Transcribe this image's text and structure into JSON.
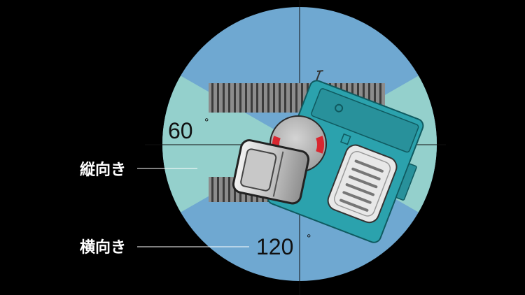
{
  "labels": {
    "portrait": "縦向き",
    "landscape": "横向き",
    "angle_small": "60",
    "angle_large": "120",
    "degree_mark": "°"
  },
  "colors": {
    "background": "#000000",
    "outer_zone": "#6fa8d1",
    "inner_zone": "#94d0cc",
    "track": "#8c8c8c",
    "body_teal": "#2ba2ad",
    "turntable": "#b3b3b3",
    "marker_red": "#d8262f"
  },
  "icons": [
    "excavator-icon",
    "turntable-icon",
    "track-icon"
  ]
}
